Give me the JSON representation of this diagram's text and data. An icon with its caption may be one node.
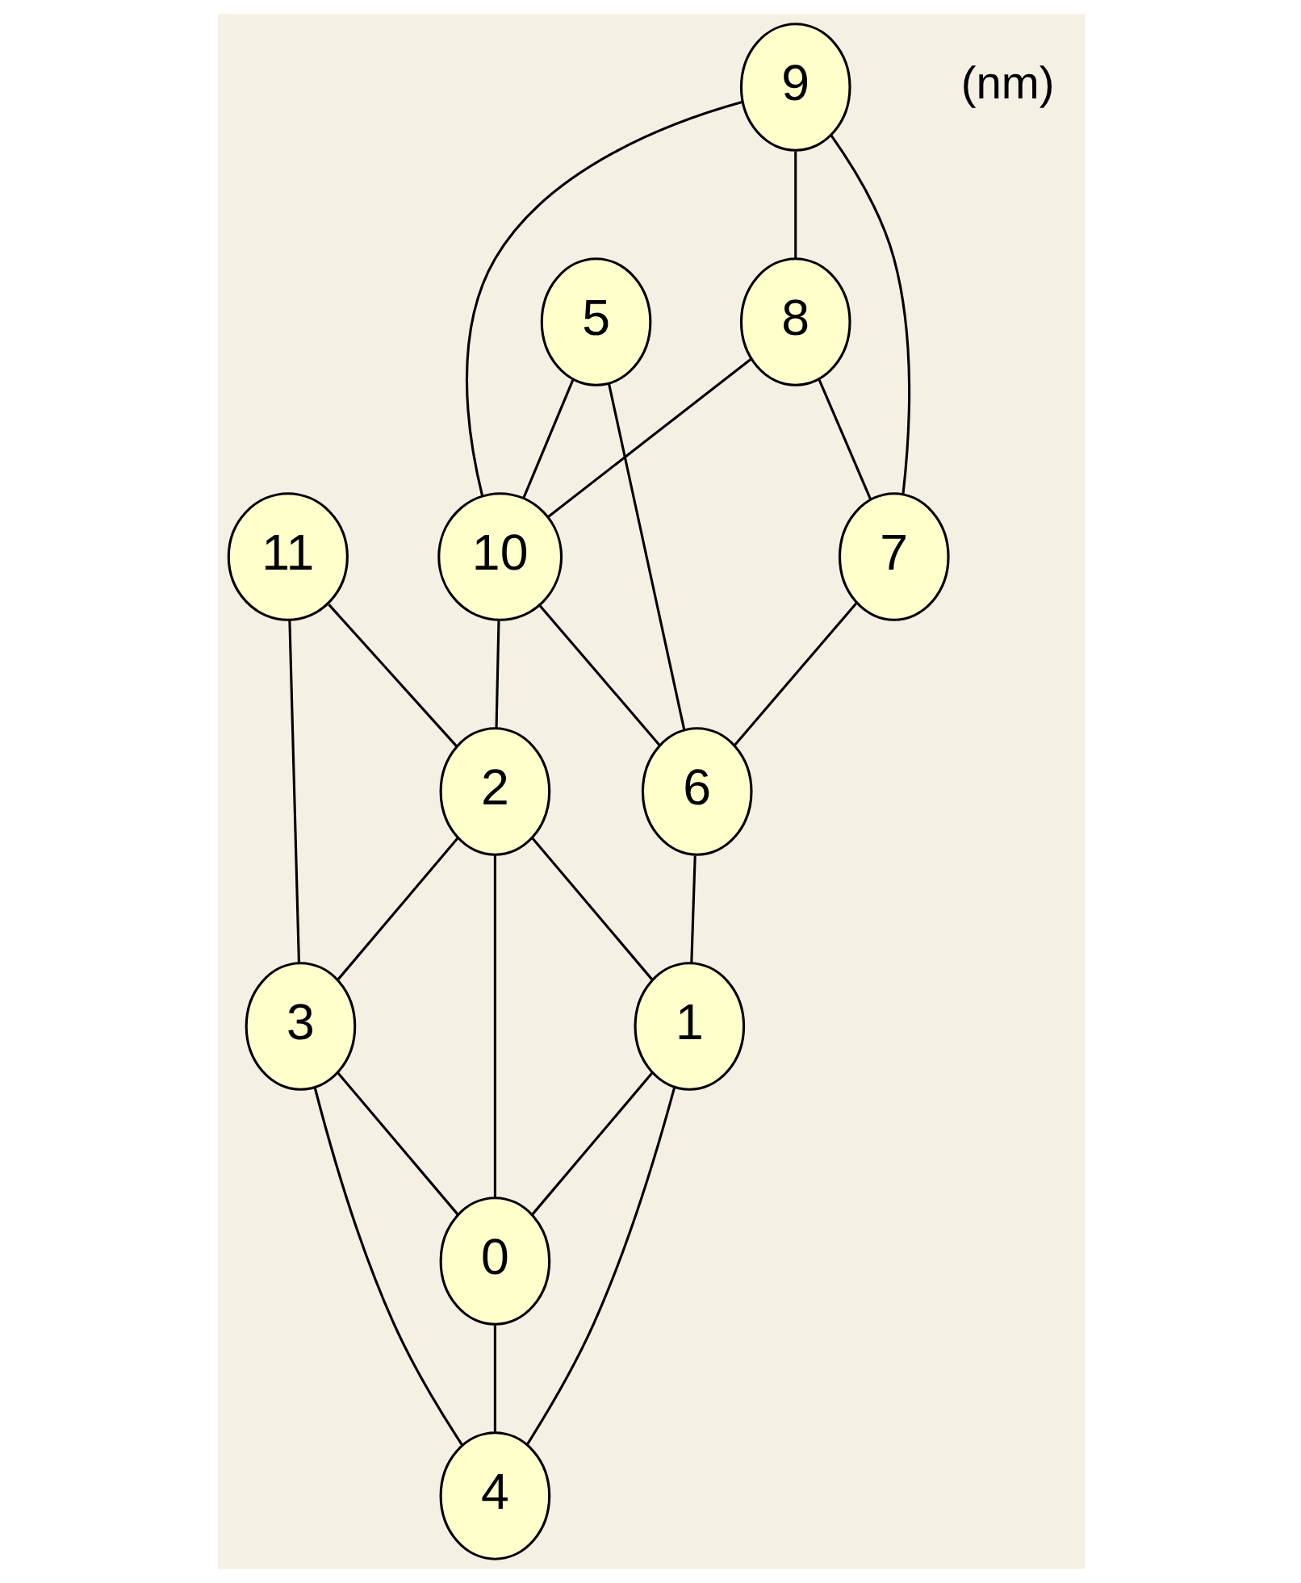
{
  "diagram": {
    "nodes": [
      {
        "text": [
          "0"
        ]
      },
      {
        "text": [
          "1"
        ]
      },
      {
        "text": [
          "2"
        ]
      },
      {
        "text": [
          "3"
        ]
      },
      {
        "text": [
          "4"
        ]
      },
      {
        "text": [
          "5"
        ]
      },
      {
        "text": [
          "6"
        ]
      },
      {
        "text": [
          "7"
        ]
      },
      {
        "text": [
          "8"
        ]
      },
      {
        "text": [
          "9"
        ]
      },
      {
        "text": [
          "10"
        ]
      },
      {
        "text": [
          "11"
        ]
      }
    ],
    "edges": [
      {
        "from": 9,
        "to": 8,
        "arrow": "none"
      },
      {
        "from": 9,
        "to": 7,
        "arrow": "none"
      },
      {
        "from": 9,
        "to": 10,
        "arrow": "none"
      },
      {
        "from": 8,
        "to": 7,
        "arrow": "none"
      },
      {
        "from": 8,
        "to": 10,
        "arrow": "none"
      },
      {
        "from": 7,
        "to": 6,
        "arrow": "none"
      },
      {
        "from": 5,
        "to": 10,
        "arrow": "none"
      },
      {
        "from": 5,
        "to": 6,
        "arrow": "none"
      },
      {
        "from": 10,
        "to": 6,
        "arrow": "none"
      },
      {
        "from": 10,
        "to": 2,
        "arrow": "none"
      },
      {
        "from": 6,
        "to": 1,
        "arrow": "none"
      },
      {
        "from": 2,
        "to": 1,
        "arrow": "none"
      },
      {
        "from": 11,
        "to": 2,
        "arrow": "none"
      },
      {
        "from": 2,
        "to": 3,
        "arrow": "none"
      },
      {
        "from": 2,
        "to": 0,
        "arrow": "none"
      },
      {
        "from": 1,
        "to": 0,
        "arrow": "none"
      },
      {
        "from": 1,
        "to": 4,
        "arrow": "none"
      },
      {
        "from": 11,
        "to": 3,
        "arrow": "none"
      },
      {
        "from": 3,
        "to": 0,
        "arrow": "none"
      },
      {
        "from": 0,
        "to": 4,
        "arrow": "none"
      },
      {
        "from": 3,
        "to": 4,
        "arrow": "none"
      }
    ],
    "labels": [
      "(nm)"
    ]
  }
}
